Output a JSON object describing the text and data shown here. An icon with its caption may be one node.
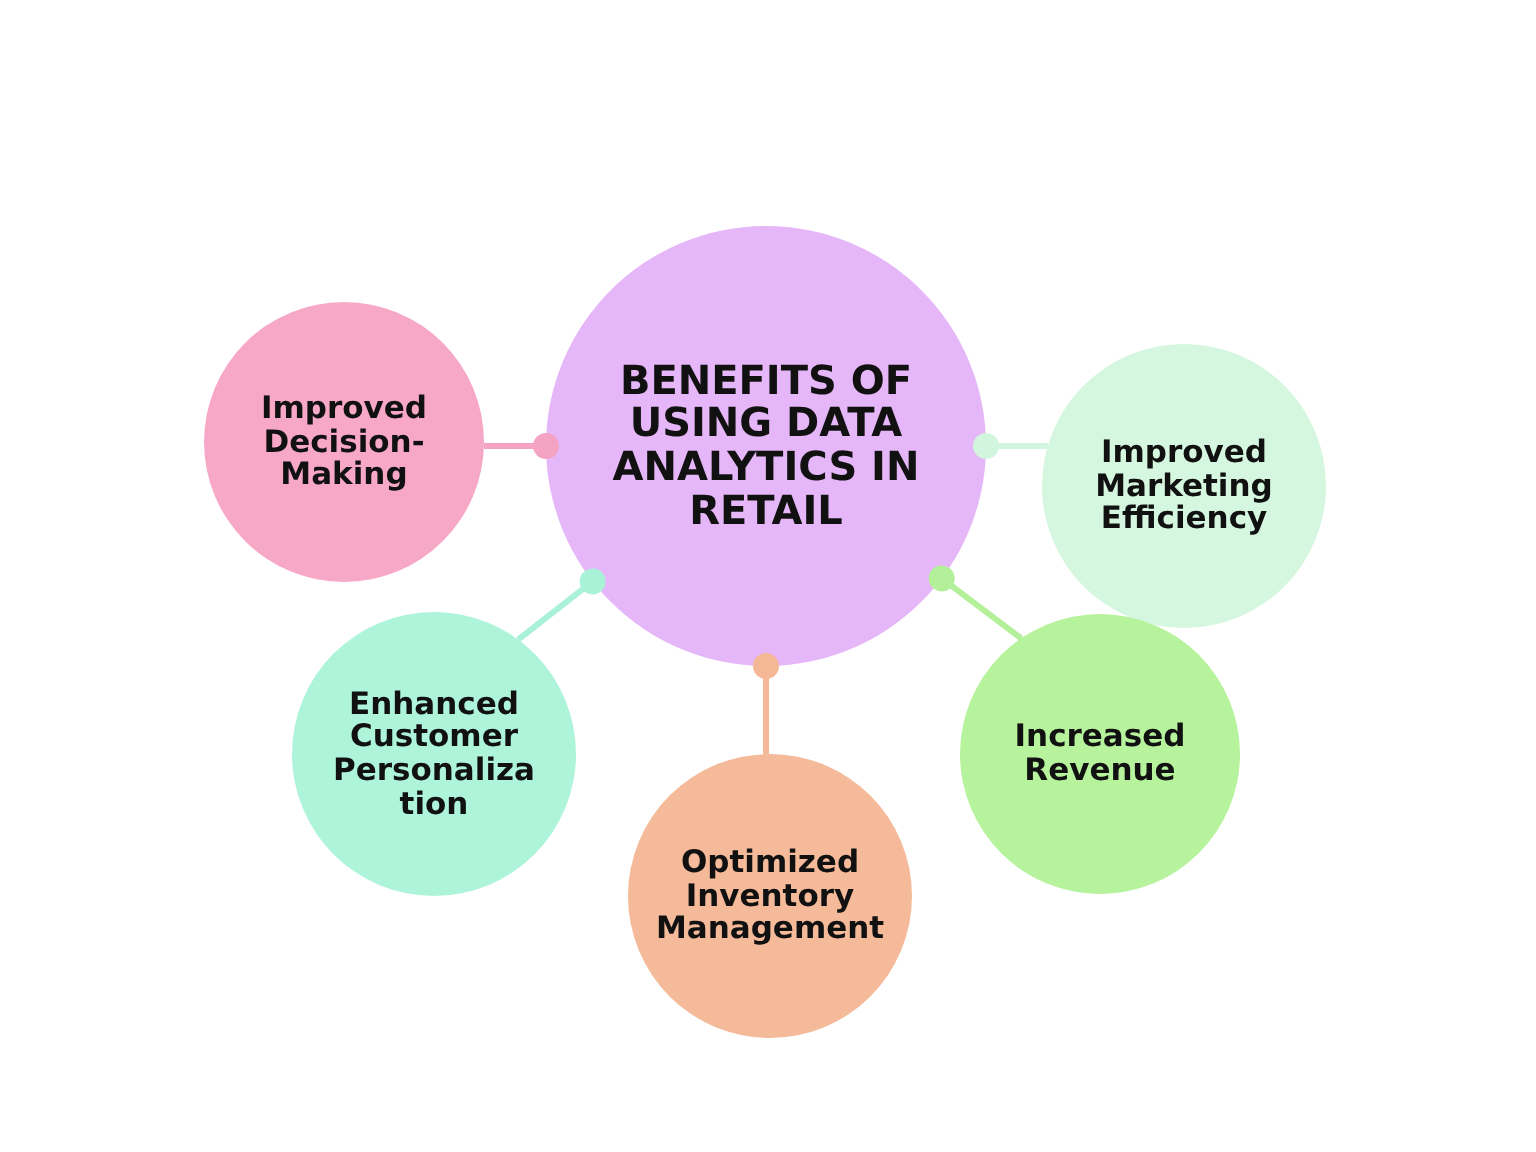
{
  "diagram": {
    "nodes": [
      {
        "text": [
          "BENEFITS OF USING DATA ANALYTICS IN RETAIL"
        ]
      },
      {
        "text": [
          "Improved Decision-Making"
        ]
      },
      {
        "text": [
          "Improved Marketing Efficiency"
        ]
      },
      {
        "text": [
          "Enhanced Customer Personalization"
        ]
      },
      {
        "text": [
          "Increased Revenue"
        ]
      },
      {
        "text": [
          "Optimized Inventory Management"
        ]
      }
    ],
    "edges": [
      {
        "from": 0,
        "to": 1,
        "arrow": "other",
        "color": "#f5a3c2"
      },
      {
        "from": 0,
        "to": 2,
        "arrow": "other",
        "color": "#d2f5dd"
      },
      {
        "from": 0,
        "to": 3,
        "arrow": "other",
        "color": "#a9f2d8"
      },
      {
        "from": 0,
        "to": 4,
        "arrow": "other",
        "color": "#b4f09a"
      },
      {
        "from": 0,
        "to": 5,
        "arrow": "other",
        "color": "#f4b897"
      }
    ]
  }
}
